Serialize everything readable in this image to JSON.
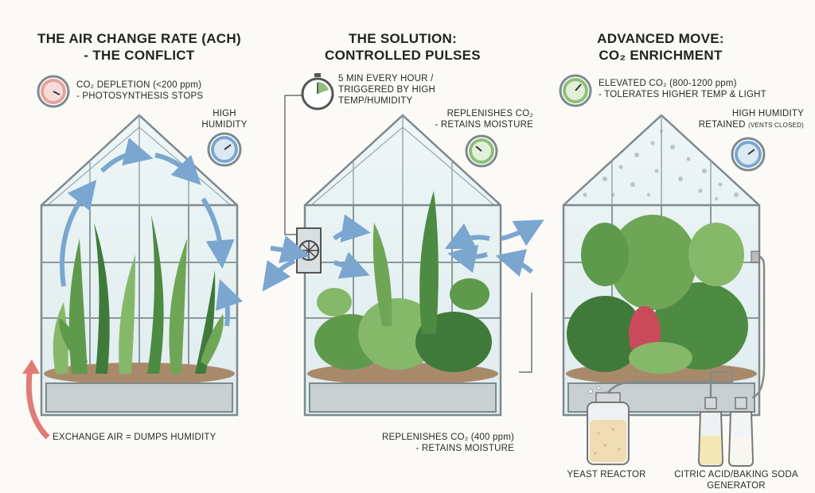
{
  "panels": [
    {
      "title_line1": "THE AIR CHANGE RATE (ACH)",
      "title_line2": "- THE CONFLICT",
      "gauge_note_line1": "CO₂ DEPLETION (<200 ppm)",
      "gauge_note_line2": "- PHOTOSYNTHESIS STOPS",
      "humidity_line1": "HIGH",
      "humidity_line2": "HUMIDITY",
      "bottom_note": "EXCHANGE AIR = DUMPS HUMIDITY"
    },
    {
      "title_line1": "THE SOLUTION:",
      "title_line2": "CONTROLLED PULSES",
      "timer_note_line1": "5 MIN EVERY HOUR /",
      "timer_note_line2": "TRIGGERED BY HIGH",
      "timer_note_line3": "TEMP/HUMIDITY",
      "gauge_note_line1": "REPLENISHES CO₂",
      "gauge_note_line2": "- RETAINS MOISTURE",
      "bottom_note_line1": "REPLENISHES CO₂ (400 ppm)",
      "bottom_note_line2": "- RETAINS MOISTURE"
    },
    {
      "title_line1": "ADVANCED MOVE:",
      "title_line2": "CO₂ ENRICHMENT",
      "gauge_note_line1": "ELEVATED CO₂ (800-1200 ppm)",
      "gauge_note_line2": "- TOLERATES HIGHER TEMP & LIGHT",
      "humidity_line1": "HIGH HUMIDITY",
      "humidity_line2": "RETAINED",
      "humidity_line2_small": "(VENTS CLOSED)",
      "reactor_label": "YEAST REACTOR",
      "generator_label_line1": "CITRIC ACID/BAKING SODA",
      "generator_label_line2": "GENERATOR"
    }
  ],
  "colors": {
    "frame": "#7d8a8e",
    "glass": "#e6f1f3",
    "arrow_blue": "#7aa6cf",
    "arrow_red": "#e07b77",
    "gauge_red": "#e8a19c",
    "gauge_green": "#8fbf7a",
    "gauge_blue": "#7aa6cf",
    "plant_dark": "#3f7a3a",
    "plant_light": "#86b86a",
    "soil": "#a88a6a"
  },
  "icons": [
    "co2-gauge-icon",
    "humidity-gauge-icon",
    "timer-icon",
    "fan-icon",
    "yeast-jar-icon",
    "bottle-icon"
  ]
}
